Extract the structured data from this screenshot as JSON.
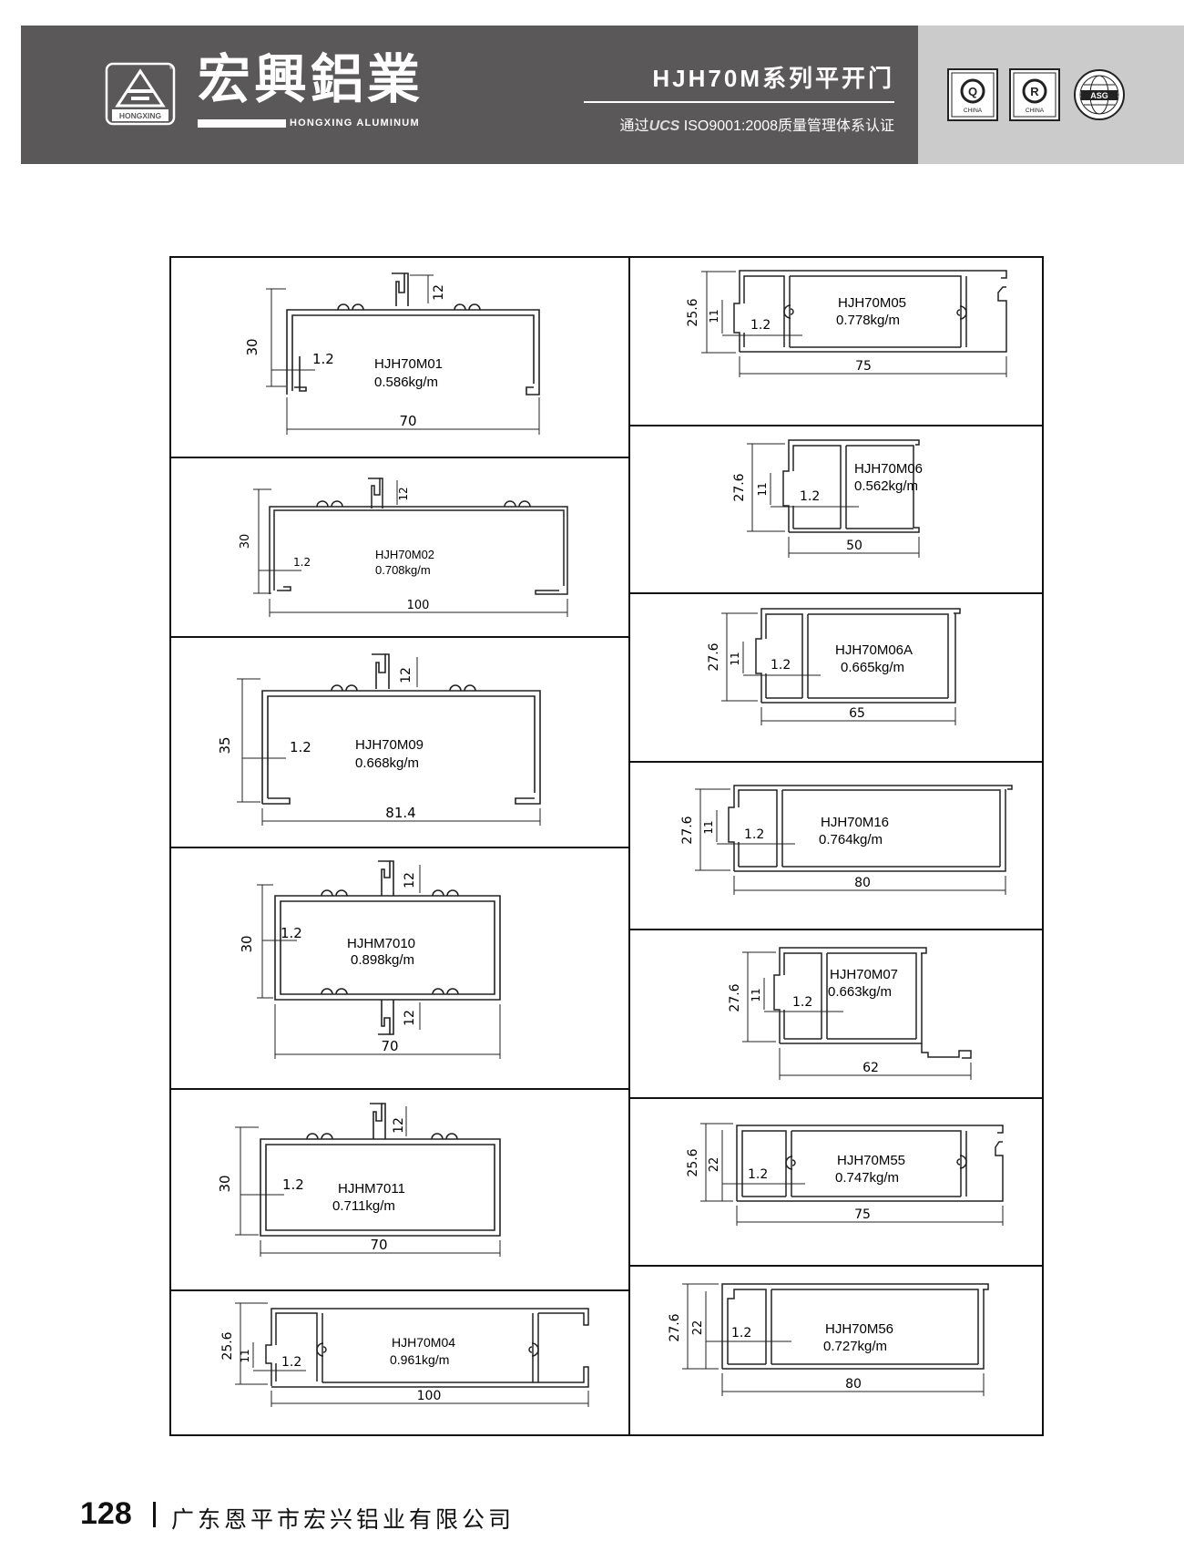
{
  "header": {
    "brand_cn": "宏興鋁業",
    "brand_en": "HONGXING ALUMINUM",
    "emblem_caption": "HONGXING",
    "series_title": "HJH70M系列平开门",
    "cert_prefix": "通过",
    "cert_mark": "UCS",
    "cert_suffix": "ISO9001:2008质量管理体系认证",
    "badges": [
      {
        "letter": "Q",
        "caption": "CHINA"
      },
      {
        "letter": "R",
        "caption": "CHINA"
      },
      {
        "letter": "ASG",
        "caption": ""
      }
    ],
    "colors": {
      "band_dark": "#5a5859",
      "band_light": "#cbcbcb"
    }
  },
  "profiles": {
    "left": [
      {
        "code": "HJH70M01",
        "weight": "0.586kg/m",
        "width": "70",
        "height": "30",
        "thickness": "1.2",
        "lip": "12"
      },
      {
        "code": "HJH70M02",
        "weight": "0.708kg/m",
        "width": "100",
        "height": "30",
        "thickness": "1.2",
        "lip": "12"
      },
      {
        "code": "HJH70M09",
        "weight": "0.668kg/m",
        "width": "81.4",
        "height": "35",
        "thickness": "1.2",
        "lip": "12"
      },
      {
        "code": "HJHM7010",
        "weight": "0.898kg/m",
        "width": "70",
        "height": "30",
        "thickness": "1.2",
        "lip": "12",
        "lip2": "12"
      },
      {
        "code": "HJHM7011",
        "weight": "0.711kg/m",
        "width": "70",
        "height": "30",
        "thickness": "1.2",
        "lip": "12"
      },
      {
        "code": "HJH70M04",
        "weight": "0.961kg/m",
        "width": "100",
        "height": "25.6",
        "inner": "11",
        "thickness": "1.2"
      }
    ],
    "right": [
      {
        "code": "HJH70M05",
        "weight": "0.778kg/m",
        "width": "75",
        "height": "25.6",
        "inner": "11",
        "thickness": "1.2"
      },
      {
        "code": "HJH70M06",
        "weight": "0.562kg/m",
        "width": "50",
        "height": "27.6",
        "inner": "11",
        "thickness": "1.2"
      },
      {
        "code": "HJH70M06A",
        "weight": "0.665kg/m",
        "width": "65",
        "height": "27.6",
        "inner": "11",
        "thickness": "1.2"
      },
      {
        "code": "HJH70M16",
        "weight": "0.764kg/m",
        "width": "80",
        "height": "27.6",
        "inner": "11",
        "thickness": "1.2"
      },
      {
        "code": "HJH70M07",
        "weight": "0.663kg/m",
        "width": "62",
        "height": "27.6",
        "inner": "11",
        "thickness": "1.2"
      },
      {
        "code": "HJH70M55",
        "weight": "0.747kg/m",
        "width": "75",
        "height": "25.6",
        "inner": "22",
        "thickness": "1.2"
      },
      {
        "code": "HJH70M56",
        "weight": "0.727kg/m",
        "width": "80",
        "height": "27.6",
        "inner": "22",
        "thickness": "1.2"
      }
    ]
  },
  "footer": {
    "page_number": "128",
    "company": "广东恩平市宏兴铝业有限公司"
  }
}
